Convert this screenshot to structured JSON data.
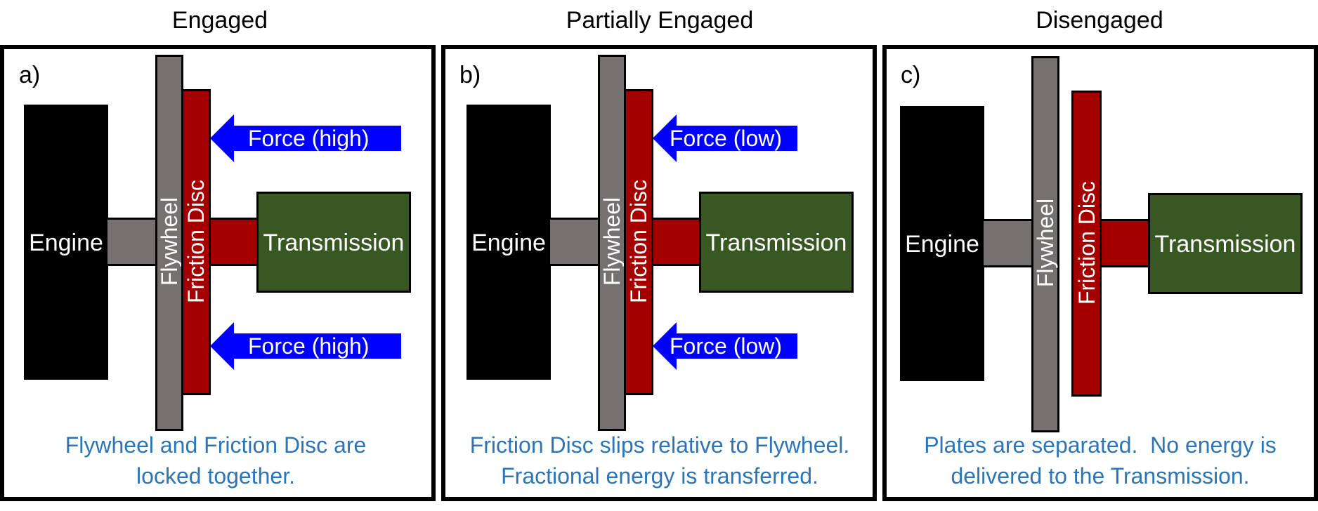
{
  "panels": [
    {
      "title": "Engaged",
      "letter": "a)",
      "engine_label": "Engine",
      "flywheel_label": "Flywheel",
      "disc_label": "Friction Disc",
      "transmission_label": "Transmission",
      "force_top": "Force (high)",
      "force_bottom": "Force (high)",
      "caption_line1": "Flywheel and Friction Disc are",
      "caption_line2": "locked together."
    },
    {
      "title": "Partially Engaged",
      "letter": "b)",
      "engine_label": "Engine",
      "flywheel_label": "Flywheel",
      "disc_label": "Friction Disc",
      "transmission_label": "Transmission",
      "force_top": "Force (low)",
      "force_bottom": "Force (low)",
      "caption_line1": "Friction Disc slips relative to Flywheel.",
      "caption_line2": "Fractional energy is transferred."
    },
    {
      "title": "Disengaged",
      "letter": "c)",
      "engine_label": "Engine",
      "flywheel_label": "Flywheel",
      "disc_label": "Friction Disc",
      "transmission_label": "Transmission",
      "caption_line1": "Plates are separated.  No energy is",
      "caption_line2": "delivered to the Transmission."
    }
  ],
  "colors": {
    "engine": "#000000",
    "flywheel": "#767171",
    "friction_disc": "#a50000",
    "transmission": "#385723",
    "force_arrow": "#0000ff",
    "caption_text": "#2e75b6"
  }
}
